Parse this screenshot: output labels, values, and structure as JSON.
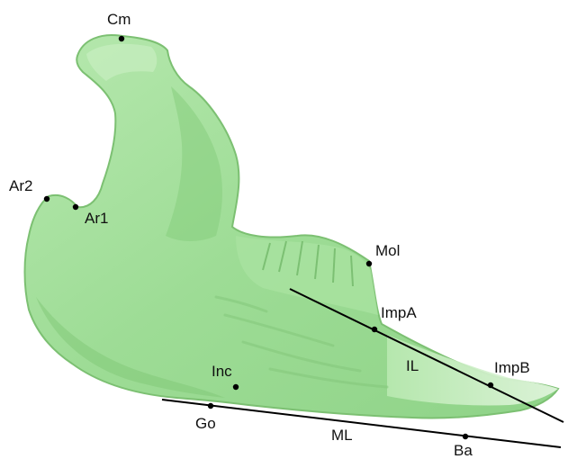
{
  "colors": {
    "bone_fill": "#9ddc95",
    "bone_light": "#c9efc2",
    "bone_edge": "#6fb865",
    "bone_shadow": "#5fa55a",
    "line": "#000000",
    "text": "#111111"
  },
  "landmarks": {
    "cm": "Cm",
    "ar2": "Ar2",
    "ar1": "Ar1",
    "mol": "Mol",
    "impa": "ImpA",
    "impb": "ImpB",
    "inc": "Inc",
    "go": "Go",
    "ba": "Ba"
  },
  "lines": {
    "il": "IL",
    "ml": "ML"
  }
}
